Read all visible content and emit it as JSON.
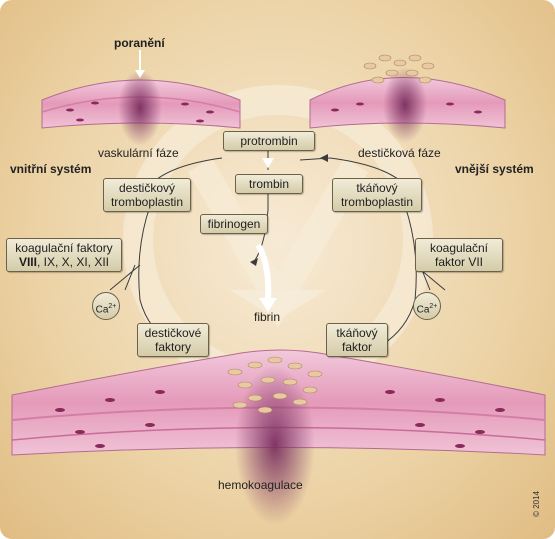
{
  "labels": {
    "injury": "poranění",
    "vascular_phase": "vaskulární fáze",
    "platelet_phase": "destičková fáze",
    "intrinsic": "vnitřní systém",
    "extrinsic": "vnější systém",
    "fibrin": "fibrin",
    "hemocoagulation": "hemokoagulace",
    "copyright": "© 2014"
  },
  "boxes": {
    "prothrombin": "protrombin",
    "thrombin": "trombin",
    "fibrinogen": "fibrinogen",
    "platelet_thromboplastin": [
      "destičkový",
      "tromboplastin"
    ],
    "tissue_thromboplastin": [
      "tkáňový",
      "tromboplastin"
    ],
    "intrinsic_factors": [
      "koagulační faktory",
      "VIII",
      ", IX, X, XI, XII"
    ],
    "factor_vii": [
      "koagulační",
      "faktor VII"
    ],
    "platelet_factors": [
      "destičkové",
      "faktory"
    ],
    "tissue_factor": [
      "tkáňový",
      "faktor"
    ],
    "ca_left": "Ca",
    "ca_right": "Ca",
    "ca_sup": "2+"
  },
  "colors": {
    "background": "#ecd3a6",
    "tissue_pink": "#e7a4c0",
    "tissue_dark": "#9c4b78",
    "blood": "#8a3b6a",
    "box_fill": "#e4dcc0"
  }
}
